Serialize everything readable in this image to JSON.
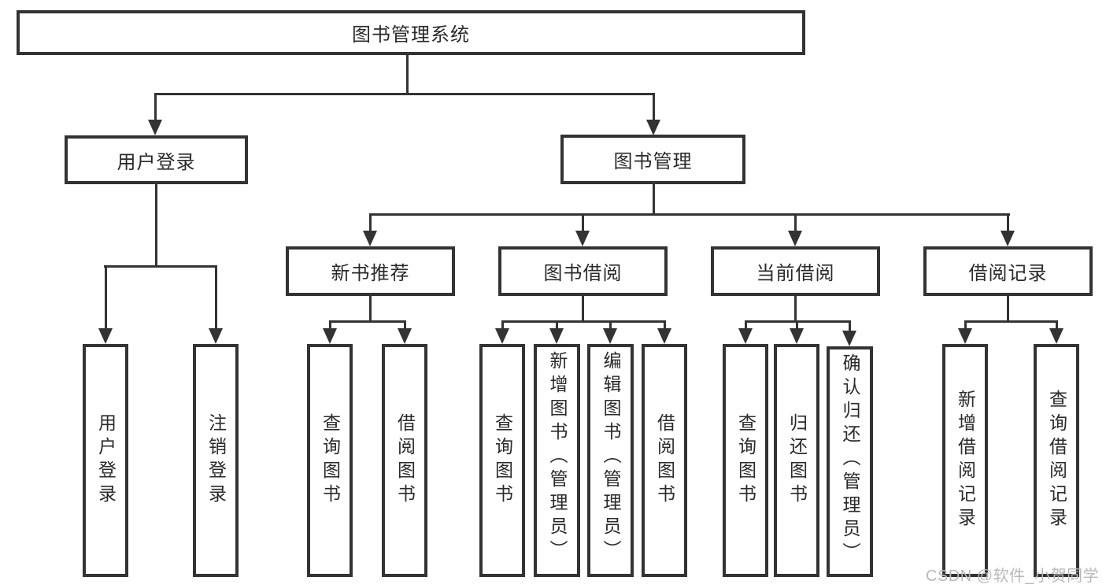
{
  "title": {
    "label": "图书管理系统"
  },
  "branches": [
    {
      "label": "用户登录",
      "children": [
        {
          "label": "用户登录"
        },
        {
          "label": "注销登录"
        }
      ]
    },
    {
      "label": "图书管理",
      "children": [
        {
          "label": "新书推荐",
          "children": [
            {
              "label": "查询图书"
            },
            {
              "label": "借阅图书"
            }
          ]
        },
        {
          "label": "图书借阅",
          "children": [
            {
              "label": "查询图书"
            },
            {
              "label": "新增图书（管理员）"
            },
            {
              "label": "编辑图书（管理员）"
            },
            {
              "label": "借阅图书"
            }
          ]
        },
        {
          "label": "当前借阅",
          "children": [
            {
              "label": "查询图书"
            },
            {
              "label": "归还图书"
            },
            {
              "label": "确认归还（管理员）"
            }
          ]
        },
        {
          "label": "借阅记录",
          "children": [
            {
              "label": "新增借阅记录"
            },
            {
              "label": "查询借阅记录"
            }
          ]
        }
      ]
    }
  ],
  "watermark": {
    "text": "CSDN @软件_小贺同学"
  },
  "colors": {
    "line": "#333333",
    "text": "#2a2a2a",
    "watermark": "#b9b9b9",
    "background": "#ffffff"
  }
}
